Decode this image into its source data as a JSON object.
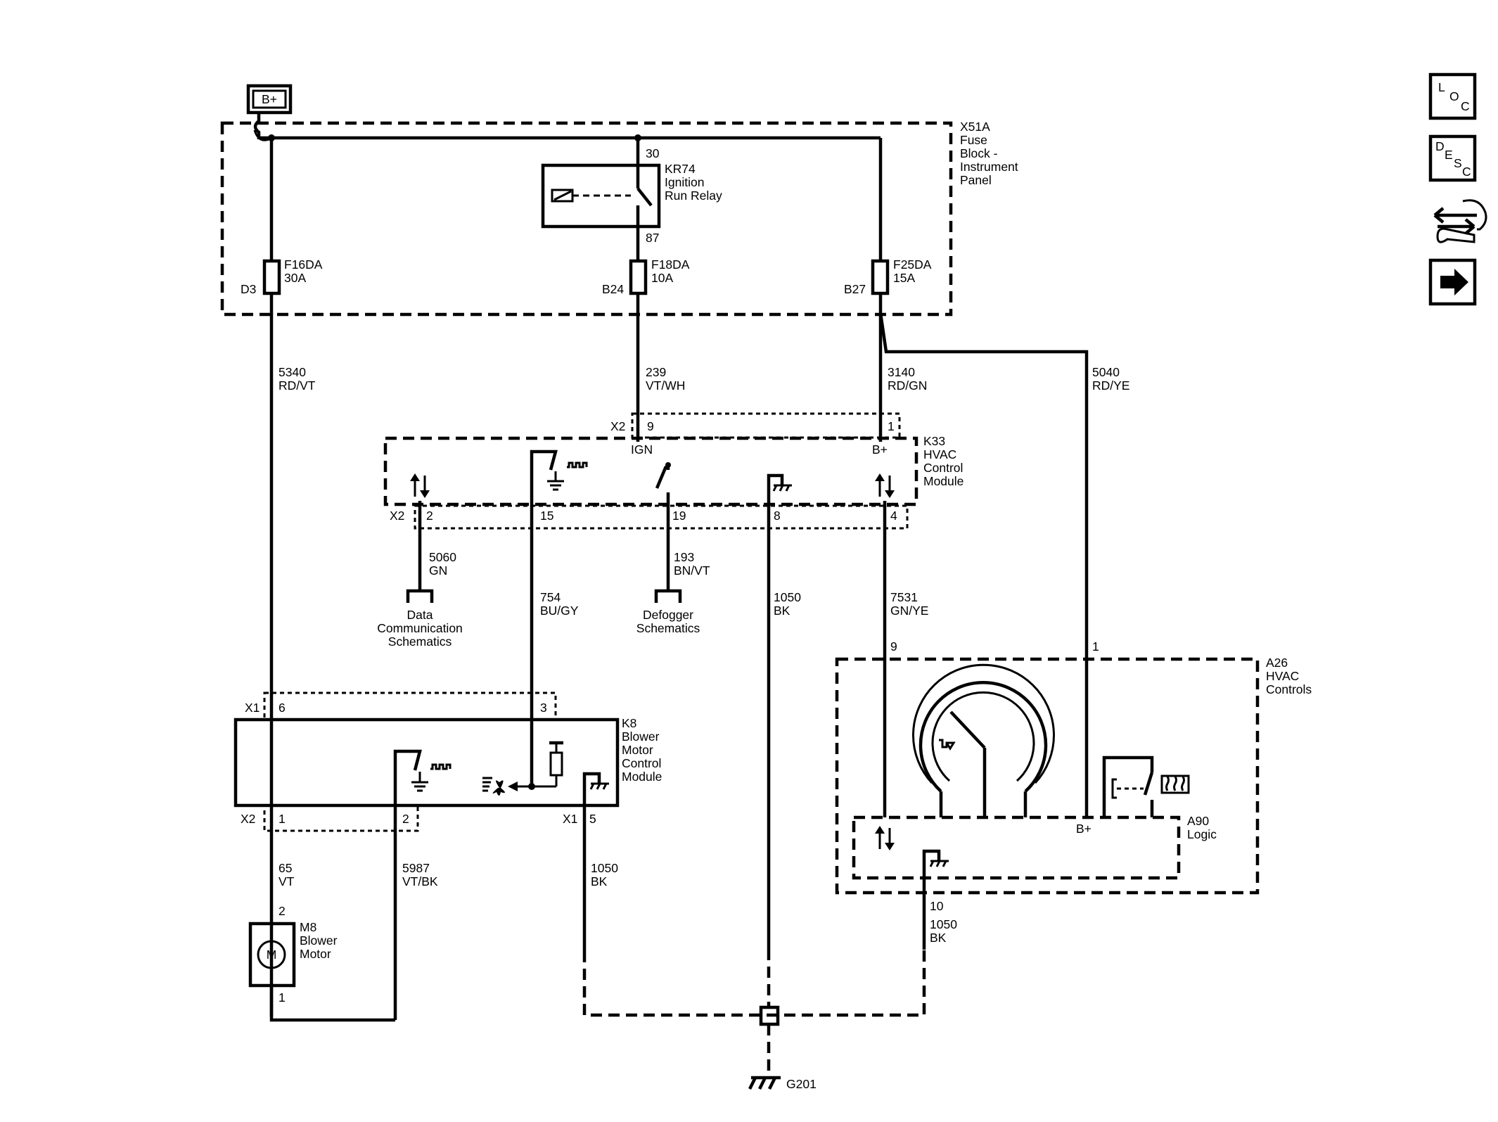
{
  "power": {
    "battery": "B+"
  },
  "fuse_block": {
    "id": "X51A",
    "lines": [
      "Fuse",
      "Block -",
      "Instrument",
      "Panel"
    ]
  },
  "relay": {
    "id": "KR74",
    "lines": [
      "Ignition",
      "Run Relay"
    ],
    "pin_in": "30",
    "pin_out": "87"
  },
  "fuses": [
    {
      "id": "F16DA",
      "rating": "30A",
      "cavity": "D3"
    },
    {
      "id": "F18DA",
      "rating": "10A",
      "cavity": "B24"
    },
    {
      "id": "F25DA",
      "rating": "15A",
      "cavity": "B27"
    }
  ],
  "circuits": {
    "c5340": {
      "num": "5340",
      "color": "RD/VT"
    },
    "c239": {
      "num": "239",
      "color": "VT/WH"
    },
    "c3140": {
      "num": "3140",
      "color": "RD/GN"
    },
    "c5040": {
      "num": "5040",
      "color": "RD/YE"
    },
    "c5060": {
      "num": "5060",
      "color": "GN"
    },
    "c754": {
      "num": "754",
      "color": "BU/GY"
    },
    "c193": {
      "num": "193",
      "color": "BN/VT"
    },
    "c1050a": {
      "num": "1050",
      "color": "BK"
    },
    "c7531": {
      "num": "7531",
      "color": "GN/YE"
    },
    "c65": {
      "num": "65",
      "color": "VT"
    },
    "c5987": {
      "num": "5987",
      "color": "VT/BK"
    },
    "c1050b": {
      "num": "1050",
      "color": "BK"
    },
    "c1050c": {
      "num": "1050",
      "color": "BK"
    }
  },
  "hvac_module": {
    "id": "K33",
    "lines": [
      "HVAC",
      "Control",
      "Module"
    ],
    "top_connector": "X2",
    "bottom_connector": "X2",
    "pins_top": [
      "9",
      "1"
    ],
    "pins_bottom": [
      "2",
      "15",
      "19",
      "8",
      "4"
    ],
    "labels": {
      "ign": "IGN",
      "bplus": "B+"
    }
  },
  "references": {
    "data": [
      "Data",
      "Communication",
      "Schematics"
    ],
    "defogger": [
      "Defogger",
      "Schematics"
    ]
  },
  "blower_module": {
    "id": "K8",
    "lines": [
      "Blower",
      "Motor",
      "Control",
      "Module"
    ],
    "conn_x1_top": "X1",
    "pin_6": "6",
    "pin_3": "3",
    "conn_x2": "X2",
    "pin_1": "1",
    "pin_2": "2",
    "conn_x1_bottom": "X1",
    "pin_5": "5"
  },
  "blower_motor": {
    "id": "M8",
    "lines": [
      "Blower",
      "Motor"
    ],
    "symbol": "M",
    "pin_top": "2",
    "pin_bottom": "1"
  },
  "hvac_controls": {
    "id": "A26",
    "lines": [
      "HVAC",
      "Controls"
    ],
    "pin_9": "9",
    "pin_1": "1",
    "pin_10": "10",
    "logic_id": "A90",
    "logic_label": "Logic",
    "bplus": "B+"
  },
  "ground": {
    "id": "G201"
  },
  "nav": {
    "loc": [
      "L",
      "O",
      "C"
    ],
    "desc": [
      "D",
      "E",
      "S",
      "C"
    ]
  }
}
